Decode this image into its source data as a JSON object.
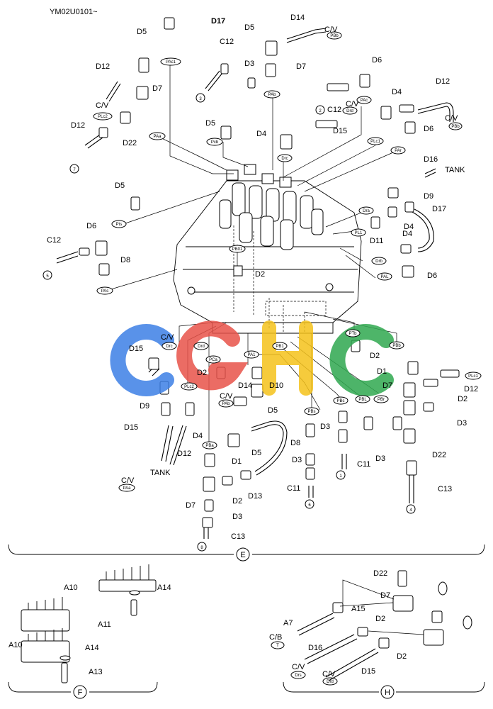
{
  "doc_code": "YM02U0101~",
  "logo": {
    "text": "CGHC",
    "colors": [
      "#3d7fe6",
      "#e8534a",
      "#f5c21b",
      "#2fa84f"
    ]
  },
  "sections": {
    "E": "E",
    "F": "F",
    "H": "H"
  },
  "labels": {
    "D1": "D1",
    "D2": "D2",
    "D3": "D3",
    "D4": "D4",
    "D5": "D5",
    "D6": "D6",
    "D7": "D7",
    "D8": "D8",
    "D9": "D9",
    "D10": "D10",
    "D11": "D11",
    "D12": "D12",
    "D13": "D13",
    "D14": "D14",
    "D15": "D15",
    "D16": "D16",
    "D17": "D17",
    "D22": "D22",
    "C11": "C11",
    "C12": "C12",
    "C13": "C13",
    "A7": "A7",
    "A10": "A10",
    "A11": "A11",
    "A13": "A13",
    "A14": "A14",
    "A15": "A15",
    "CV": "C/V",
    "CB": "C/B",
    "TANK": "TANK"
  },
  "numbers": {
    "n1": "1",
    "n2": "2",
    "n3": "3",
    "n4": "4",
    "n5": "5",
    "n6": "6",
    "n7": "7",
    "n8": "8"
  },
  "ports": {
    "PAc1": "PAc1",
    "PLc2": "PLc2",
    "PAa": "PAa",
    "Pcb": "Pcb",
    "Drc": "Drc",
    "Pts": "Pts",
    "PAs": "PAs",
    "PBb": "PBb",
    "PAb": "PAb",
    "PAc": "PAc",
    "Drd": "Drd",
    "PLc1": "PLc1",
    "PAr": "PAr",
    "Dra": "Dra",
    "PL1": "PL1",
    "Drb": "Drb",
    "PAL": "PAL",
    "PB01": "PB01",
    "PB1": "PB1",
    "PTb": "PTb",
    "PA1": "PA1",
    "PCa": "PCa",
    "PBa": "PBa",
    "PBs": "PBs",
    "PBc": "PBc",
    "PBL": "PBL",
    "PBr": "PBr",
    "T": "T",
    "Drs": "Drs"
  }
}
